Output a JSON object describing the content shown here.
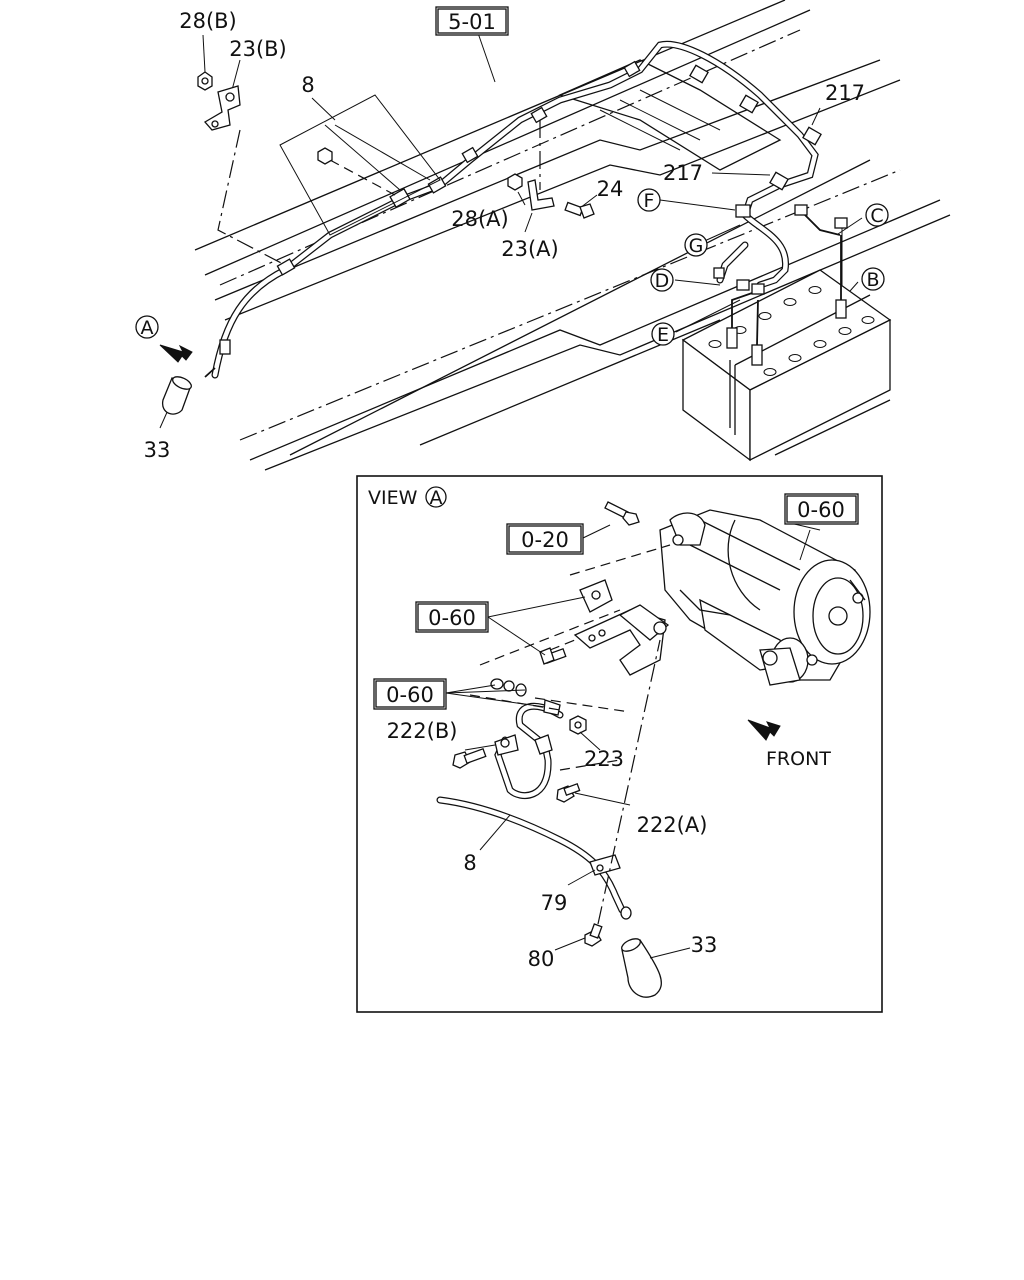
{
  "ref_boxes": {
    "main_section": "5-01",
    "view_starter": "0-60",
    "view_bolt": "0-20",
    "view_bracket": "0-60",
    "view_washers": "0-60"
  },
  "callouts": {
    "nut_28b": "28(B)",
    "bracket_23b": "23(B)",
    "cable_8_top": "8",
    "clip_217_upper": "217",
    "clip_217_lower": "217",
    "bolt_24": "24",
    "nut_28a": "28(A)",
    "bracket_23a": "23(A)",
    "boot_33_top": "33",
    "bolt_222b": "222(B)",
    "nut_223": "223",
    "bolt_222a": "222(A)",
    "cable_8_view": "8",
    "clip_79": "79",
    "bolt_80": "80",
    "boot_33_view": "33"
  },
  "circle_letters": {
    "a_main": "A",
    "b": "B",
    "c": "C",
    "d": "D",
    "e": "E",
    "f": "F",
    "g": "G",
    "a_view": "A"
  },
  "view": {
    "title": "VIEW",
    "front_label": "FRONT"
  }
}
